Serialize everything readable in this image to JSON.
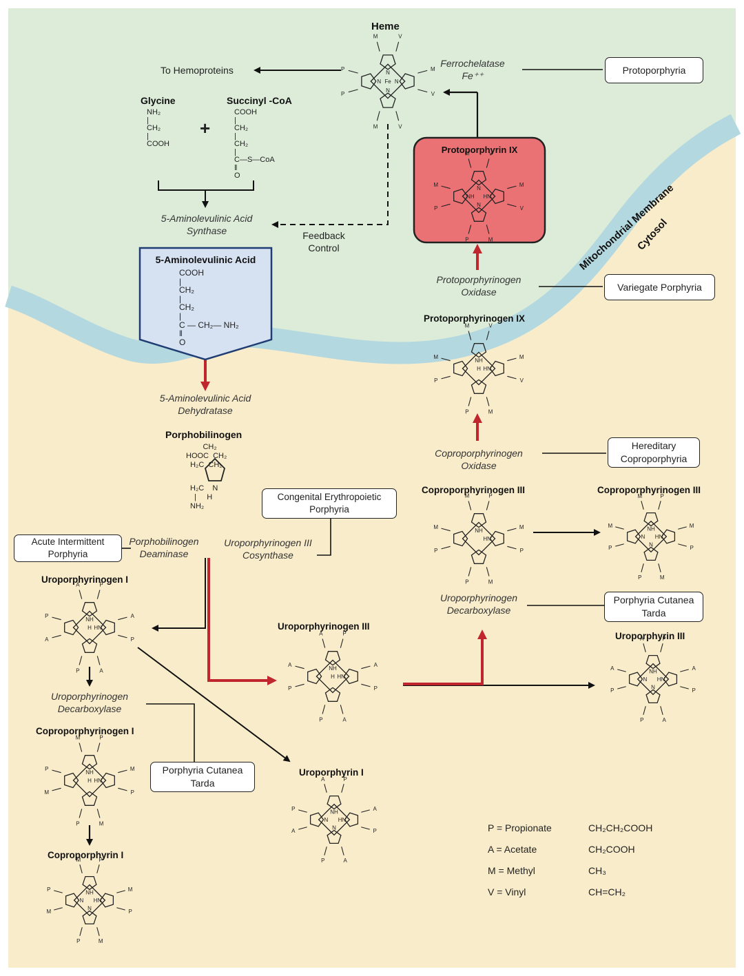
{
  "regions": {
    "membrane_label": "Mitochondrial Membrane",
    "cytosol_label": "Cytosol"
  },
  "colors": {
    "mitochondria_bg": "#dcecd9",
    "cytosol_bg": "#f9eccb",
    "membrane": "#b4d8df",
    "red_arrow": "#c0262d",
    "protoporphyrin_fill": "#ea7275",
    "ala_box_fill": "#d6e2f2"
  },
  "top": {
    "heme_title": "Heme",
    "to_hemoproteins": "To Hemoproteins",
    "ferrochelatase": "Ferrochelatase",
    "fe": "Fe⁺⁺",
    "protoporphyria_box": "Protoporphyria",
    "glycine_title": "Glycine",
    "succinyl_title": "Succinyl -CoA",
    "glycine_formula": "NH₂\n|\nCH₂\n|\nCOOH",
    "succinyl_formula": "COOH\n|\nCH₂\n|\nCH₂\n|\nC—S—CoA\n‖\nO",
    "plus": "+",
    "ala_synthase": "5-Aminolevulinic Acid\nSynthase",
    "feedback": "Feedback\nControl"
  },
  "ala": {
    "title": "5-Aminolevulinic Acid",
    "formula": "COOH\n|\nCH₂\n|\nCH₂\n|\nC — CH₂— NH₂\n‖\nO",
    "dehydratase": "5-Aminolevulinic Acid\nDehydratase"
  },
  "pbg": {
    "title": "Porphobilinogen",
    "deaminase": "Porphobilinogen\nDeaminase",
    "aip_box": "Acute Intermittent\nPorphyria",
    "cep_box": "Congenital Erythropoietic\nPorphyria",
    "cosynthase": "Uroporphyrinogen III\nCosynthase"
  },
  "proto": {
    "protoporphyrin_ix": "Protoporphyrin IX",
    "oxidase": "Protoporphyrinogen\nOxidase",
    "vp_box": "Variegate Porphyria",
    "protoporphyrinogen_ix": "Protoporphyrinogen IX"
  },
  "copro": {
    "oxidase": "Coproporphyrinogen\nOxidase",
    "hcp_box": "Hereditary\nCoproporphyria",
    "coproporphyrinogen_iii_left": "Coproporphyrinogen III",
    "coproporphyrinogen_iii_right": "Coproporphyrinogen III",
    "uro_decarboxylase": "Uroporphyrinogen\nDecarboxylase",
    "pct_box_right": "Porphyria Cutanea\nTarda",
    "uroporphyrin_iii": "Uroporphyrin III"
  },
  "uro_i_branch": {
    "uroporphyrinogen_i": "Uroporphyrinogen I",
    "decarboxylase": "Uroporphyrinogen\nDecarboxylase",
    "coproporphyrinogen_i": "Coproporphyrinogen I",
    "pct_box_left": "Porphyria Cutanea\nTarda",
    "coproporphyrin_i": "Coproporphyrin I",
    "uroporphyrin_i": "Uroporphyrin I",
    "uroporphyrinogen_iii": "Uroporphyrinogen III"
  },
  "legend": [
    {
      "abbr": "P = Propionate",
      "formula": "CH₂CH₂COOH"
    },
    {
      "abbr": "A = Acetate",
      "formula": "CH₂COOH"
    },
    {
      "abbr": "M = Methyl",
      "formula": "CH₃"
    },
    {
      "abbr": "V = Vinyl",
      "formula": "CH=CH₂"
    }
  ],
  "rings": {
    "heme": {
      "center": "Fe",
      "n": [
        "N",
        "N",
        "N",
        "N"
      ],
      "subs": [
        "M",
        "V",
        "M",
        "V",
        "V",
        "M",
        "P",
        "P"
      ]
    },
    "protoporphyrin_ix": {
      "center": "",
      "n": [
        "N",
        "HN",
        "N",
        "NH"
      ],
      "subs": [
        "M",
        "V",
        "M",
        "V",
        "M",
        "P",
        "P",
        "M"
      ]
    },
    "protoporphyrinogen_ix": {
      "center": "H",
      "n": [
        "NH",
        "HN",
        "",
        ""
      ],
      "subs": [
        "M",
        "V",
        "M",
        "V",
        "M",
        "P",
        "P",
        "M"
      ]
    },
    "coproporphyrinogen_iii": {
      "center": "",
      "n": [
        "NH",
        "HN",
        "",
        ""
      ],
      "subs": [
        "M",
        "P",
        "M",
        "P",
        "M",
        "P",
        "P",
        "M"
      ]
    },
    "coproporphyrin_iii": {
      "center": "",
      "n": [
        "NH",
        "HN",
        "N",
        "N"
      ],
      "subs": [
        "M",
        "P",
        "M",
        "P",
        "M",
        "P",
        "P",
        "M"
      ]
    },
    "uroporphyrin_iii": {
      "center": "",
      "n": [
        "NH",
        "HN",
        "N",
        "N"
      ],
      "subs": [
        "A",
        "P",
        "A",
        "P",
        "A",
        "P",
        "P",
        "A"
      ]
    },
    "uroporphyrinogen_iii": {
      "center": "H",
      "n": [
        "NH",
        "HN",
        "",
        ""
      ],
      "subs": [
        "A",
        "P",
        "A",
        "P",
        "A",
        "P",
        "P",
        "A"
      ]
    },
    "uroporphyrinogen_i": {
      "center": "H",
      "n": [
        "NH",
        "HN",
        "",
        ""
      ],
      "subs": [
        "A",
        "P",
        "A",
        "P",
        "A",
        "P",
        "A",
        "P"
      ]
    },
    "coproporphyrinogen_i": {
      "center": "H",
      "n": [
        "NH",
        "HN",
        "",
        ""
      ],
      "subs": [
        "M",
        "P",
        "M",
        "P",
        "M",
        "P",
        "M",
        "P"
      ]
    },
    "uroporphyrin_i": {
      "center": "",
      "n": [
        "NH",
        "HN",
        "N",
        "N"
      ],
      "subs": [
        "A",
        "P",
        "A",
        "P",
        "A",
        "P",
        "A",
        "P"
      ]
    },
    "coproporphyrin_i": {
      "center": "",
      "n": [
        "NH",
        "HN",
        "N",
        "N"
      ],
      "subs": [
        "M",
        "P",
        "M",
        "P",
        "M",
        "P",
        "M",
        "P"
      ]
    }
  }
}
